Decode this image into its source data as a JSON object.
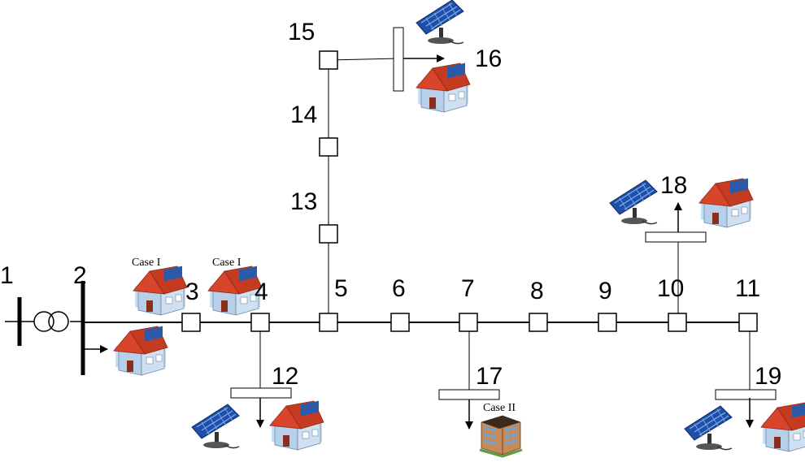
{
  "buses": {
    "b1": "1",
    "b2": "2",
    "b3": "3",
    "b4": "4",
    "b5": "5",
    "b6": "6",
    "b7": "7",
    "b8": "8",
    "b9": "9",
    "b10": "10",
    "b11": "11",
    "b12": "12",
    "b13": "13",
    "b14": "14",
    "b15": "15",
    "b16": "16",
    "b17": "17",
    "b18": "18",
    "b19": "19"
  },
  "cases": {
    "bus3": "Case I",
    "bus4": "Case I",
    "bus17": "Case II"
  },
  "colors": {
    "roof": "#cc3a22",
    "wall": "#a9c6e8",
    "door": "#8a2f1c",
    "panel": "#1f4fa8",
    "panel_light": "#7fb0ee",
    "building": "#b87a48",
    "grass": "#5a9e3a"
  },
  "icons": [
    "transformer-icon",
    "house-icon",
    "solar-panel-icon",
    "office-building-icon",
    "load-arrow-icon"
  ]
}
